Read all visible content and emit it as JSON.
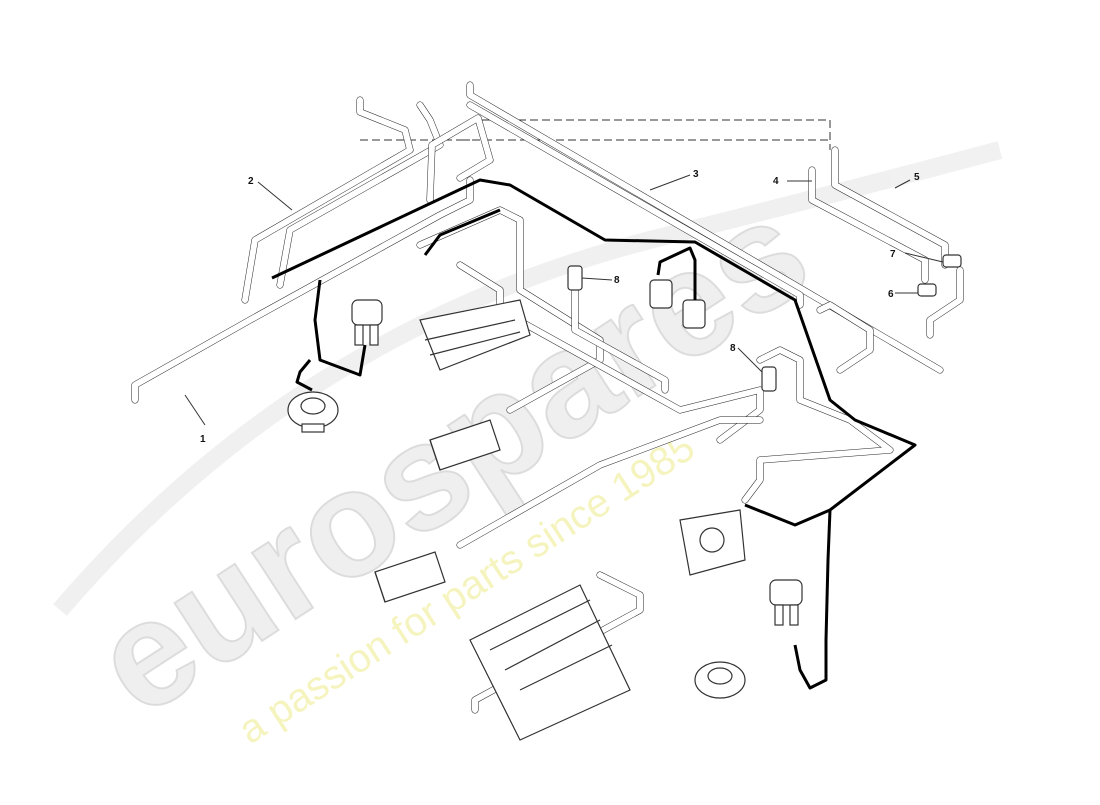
{
  "diagram": {
    "callouts": [
      {
        "id": "c1",
        "label": "1"
      },
      {
        "id": "c2",
        "label": "2"
      },
      {
        "id": "c3",
        "label": "3"
      },
      {
        "id": "c4",
        "label": "4"
      },
      {
        "id": "c5",
        "label": "5"
      },
      {
        "id": "c6",
        "label": "6"
      },
      {
        "id": "c7",
        "label": "7"
      },
      {
        "id": "c8a",
        "label": "8"
      },
      {
        "id": "c8b",
        "label": "8"
      }
    ]
  },
  "watermark": {
    "brand": "eurospares",
    "tagline": "a passion for parts since 1985"
  },
  "colors": {
    "line": "#222222",
    "vacuum_hose": "#000000",
    "watermark_brand": "#eeeeee",
    "watermark_tagline": "#f4f3b8"
  }
}
